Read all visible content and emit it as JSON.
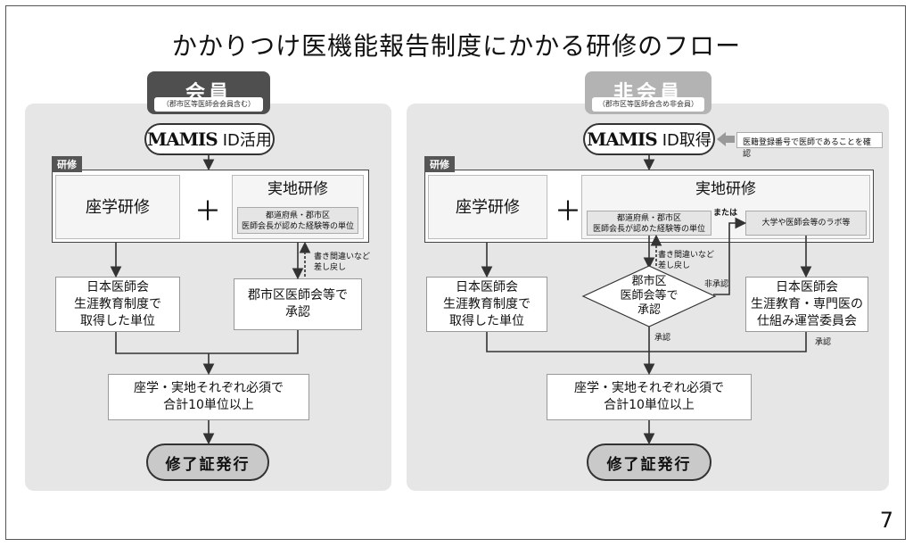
{
  "title": "かかりつけ医機能報告制度にかかる研修のフロー",
  "logo_text": "MAMIS",
  "left": {
    "header": "会員",
    "header_sub": "（郡市区等医師会会員含む）",
    "id_label": "ID活用",
    "training_tag": "研修",
    "zagaku": "座学研修",
    "plus": "＋",
    "jicchi": "実地研修",
    "jicchi_sub_1": "都道府県・郡市区",
    "jicchi_sub_2": "医師会長が認めた経験等の単位",
    "unit_1": "日本医師会",
    "unit_2": "生涯教育制度で",
    "unit_3": "取得した単位",
    "return_1": "書き間違いなど",
    "return_2": "差し戻し",
    "approve_1": "郡市区医師会等で",
    "approve_2": "承認",
    "required_1": "座学・実地それぞれ必須で",
    "required_2": "合計10単位以上",
    "finish": "修了証発行"
  },
  "right": {
    "header": "非会員",
    "header_sub": "（郡市区等医師会含め非会員）",
    "id_label": "ID取得",
    "note": "医籍登録番号で医師であることを確認",
    "training_tag": "研修",
    "zagaku": "座学研修",
    "plus": "＋",
    "jicchi": "実地研修",
    "jicchi_sub_1": "都道府県・郡市区",
    "jicchi_sub_2": "医師会長が認めた経験等の単位",
    "or_label": "または",
    "lab_label": "大学や医師会等のラボ等",
    "unit_1": "日本医師会",
    "unit_2": "生涯教育制度で",
    "unit_3": "取得した単位",
    "return_1": "書き間違いなど",
    "return_2": "差し戻し",
    "diamond_1": "郡市区",
    "diamond_2": "医師会等で",
    "diamond_3": "承認",
    "reject_label": "非承認",
    "approve_label": "承認",
    "committee_1": "日本医師会",
    "committee_2": "生涯教育・専門医の",
    "committee_3": "仕組み運営委員会",
    "approve_label_2": "承認",
    "required_1": "座学・実地それぞれ必須で",
    "required_2": "合計10単位以上",
    "finish": "修了証発行"
  },
  "page_number": "7"
}
